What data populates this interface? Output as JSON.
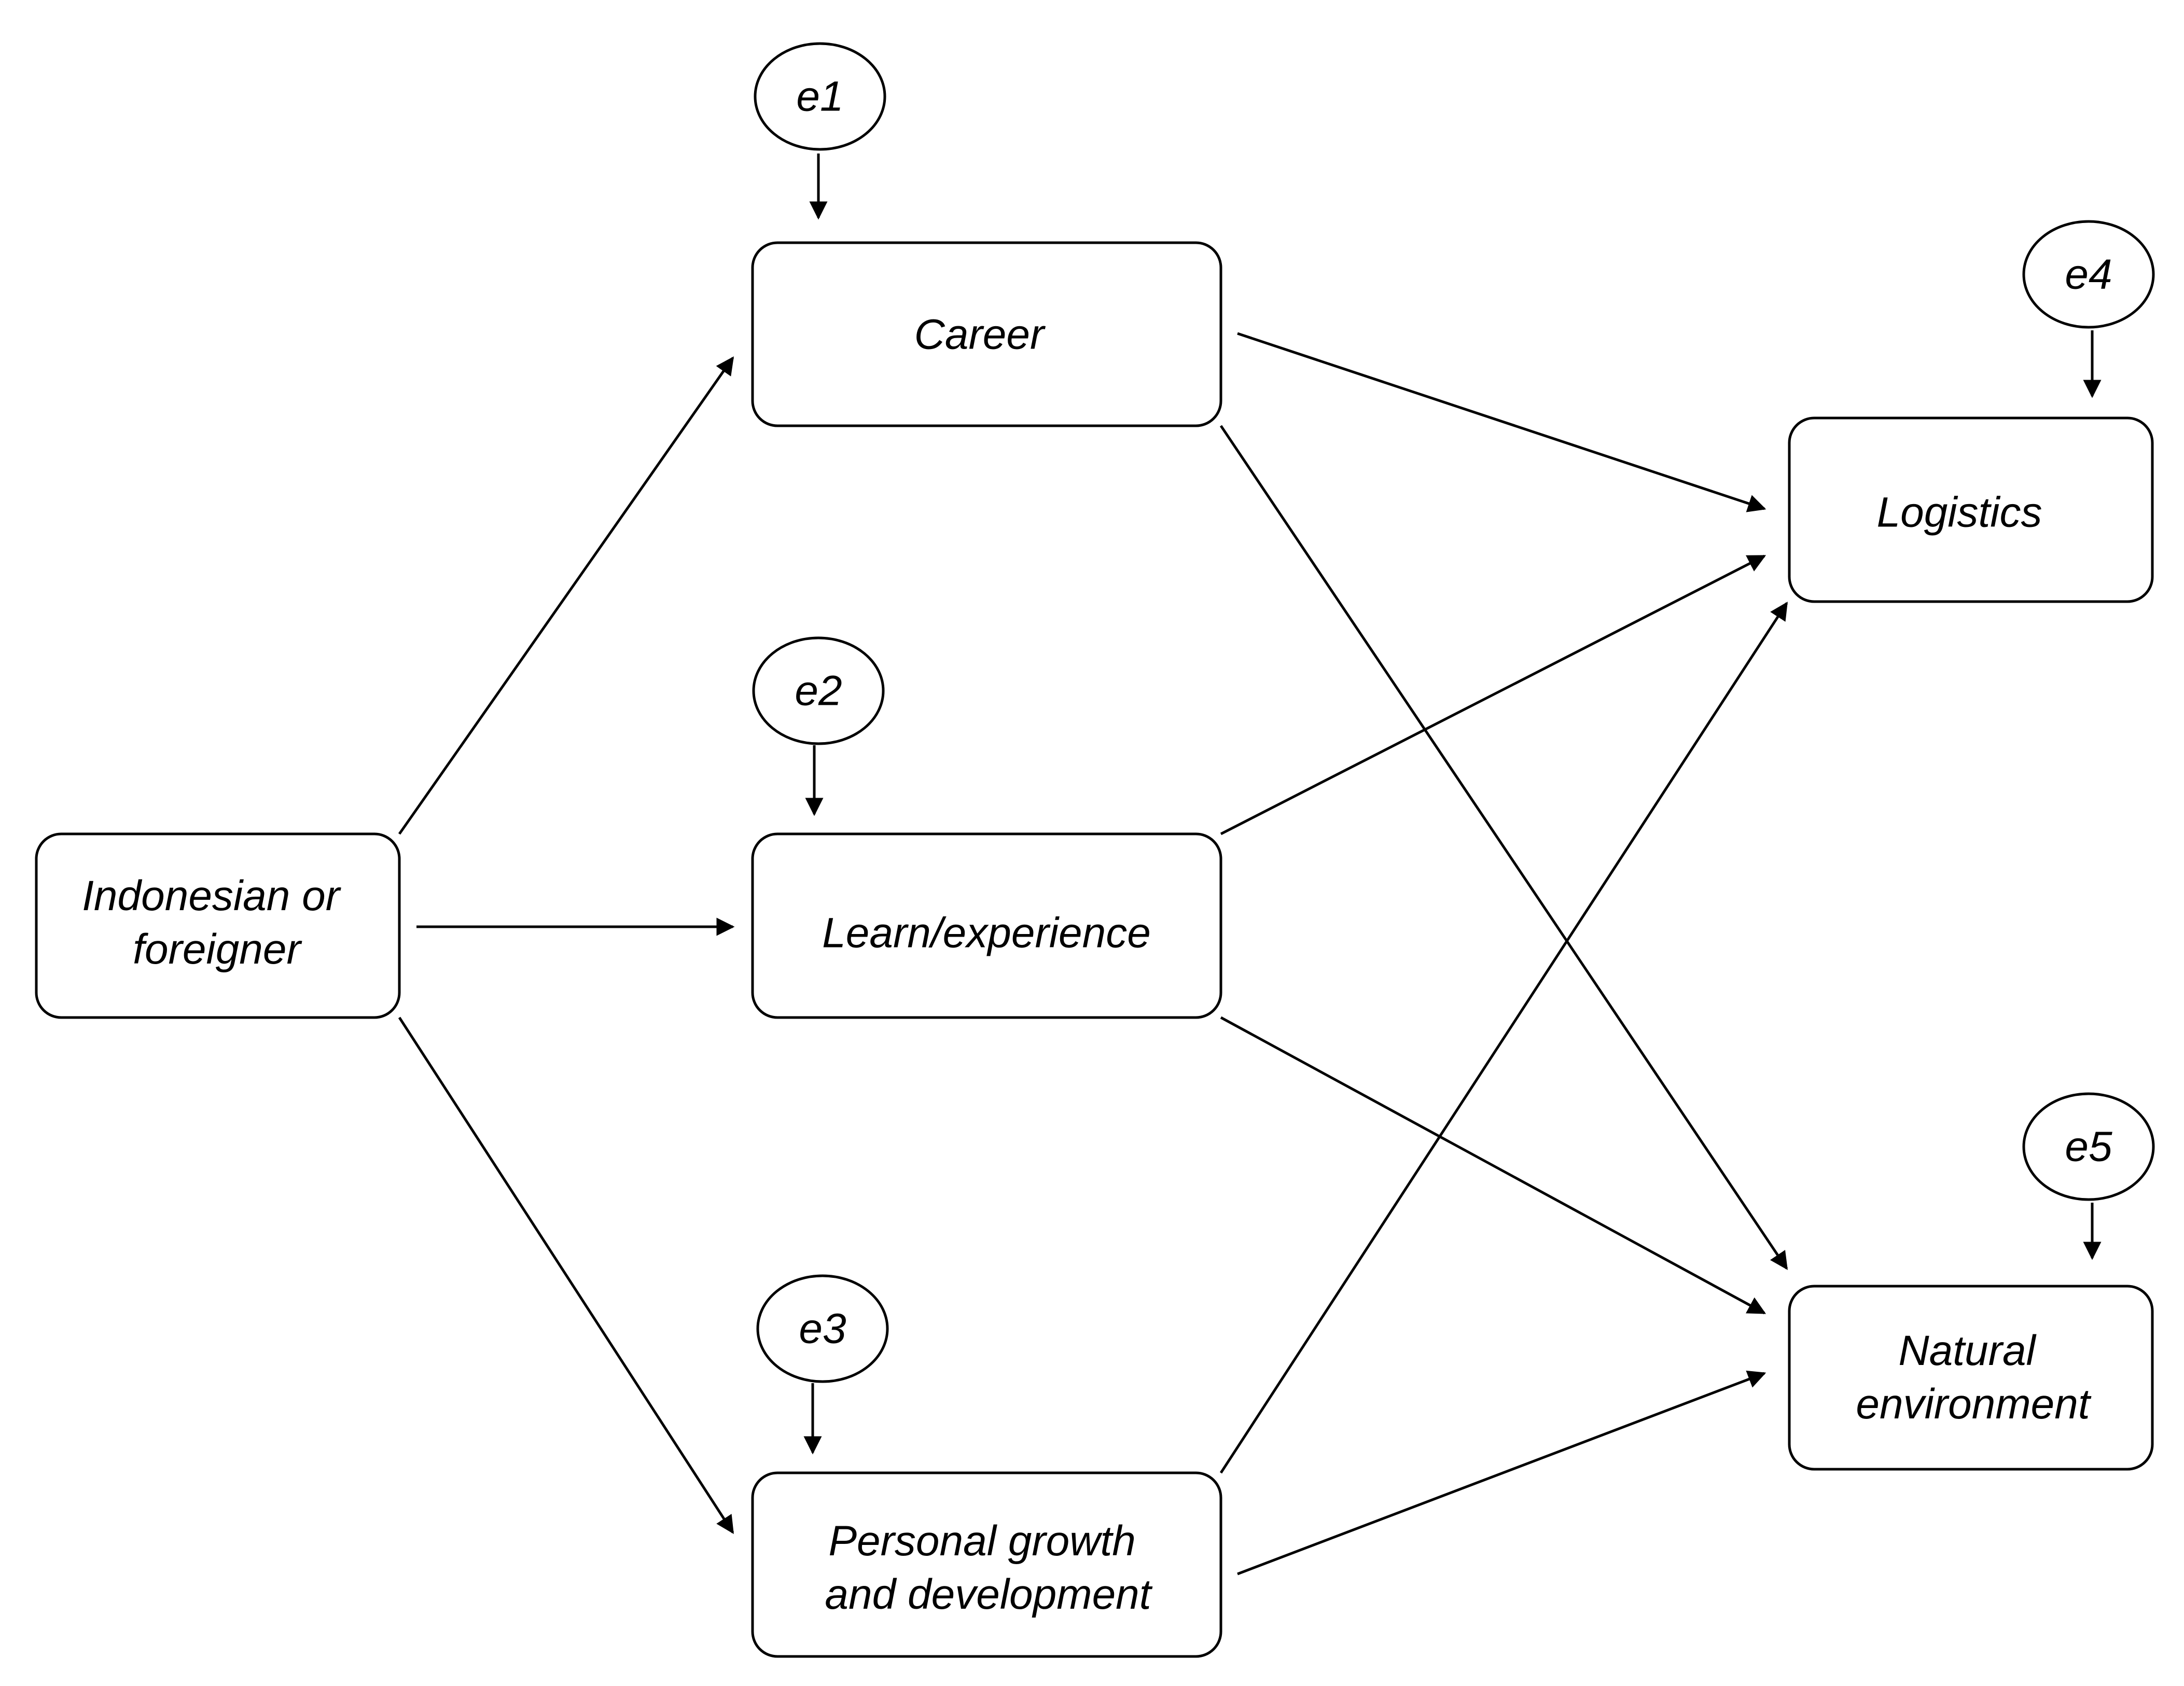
{
  "nodes": {
    "indonesian_or_foreigner": {
      "lines": [
        "Indonesian or",
        "foreigner"
      ]
    },
    "career": {
      "lines": [
        "Career"
      ]
    },
    "learn_experience": {
      "lines": [
        "Learn/experience"
      ]
    },
    "personal_growth": {
      "lines": [
        "Personal growth",
        "and development"
      ]
    },
    "logistics": {
      "lines": [
        "Logistics"
      ]
    },
    "natural_environment": {
      "lines": [
        "Natural",
        "environment"
      ]
    }
  },
  "errors": {
    "e1": "e1",
    "e2": "e2",
    "e3": "e3",
    "e4": "e4",
    "e5": "e5"
  },
  "edges": [
    {
      "from": "indonesian_or_foreigner",
      "to": "career"
    },
    {
      "from": "indonesian_or_foreigner",
      "to": "learn_experience"
    },
    {
      "from": "indonesian_or_foreigner",
      "to": "personal_growth"
    },
    {
      "from": "career",
      "to": "logistics"
    },
    {
      "from": "career",
      "to": "natural_environment"
    },
    {
      "from": "learn_experience",
      "to": "logistics"
    },
    {
      "from": "learn_experience",
      "to": "natural_environment"
    },
    {
      "from": "personal_growth",
      "to": "logistics"
    },
    {
      "from": "personal_growth",
      "to": "natural_environment"
    },
    {
      "from": "e1",
      "to": "career"
    },
    {
      "from": "e2",
      "to": "learn_experience"
    },
    {
      "from": "e3",
      "to": "personal_growth"
    },
    {
      "from": "e4",
      "to": "logistics"
    },
    {
      "from": "e5",
      "to": "natural_environment"
    }
  ]
}
